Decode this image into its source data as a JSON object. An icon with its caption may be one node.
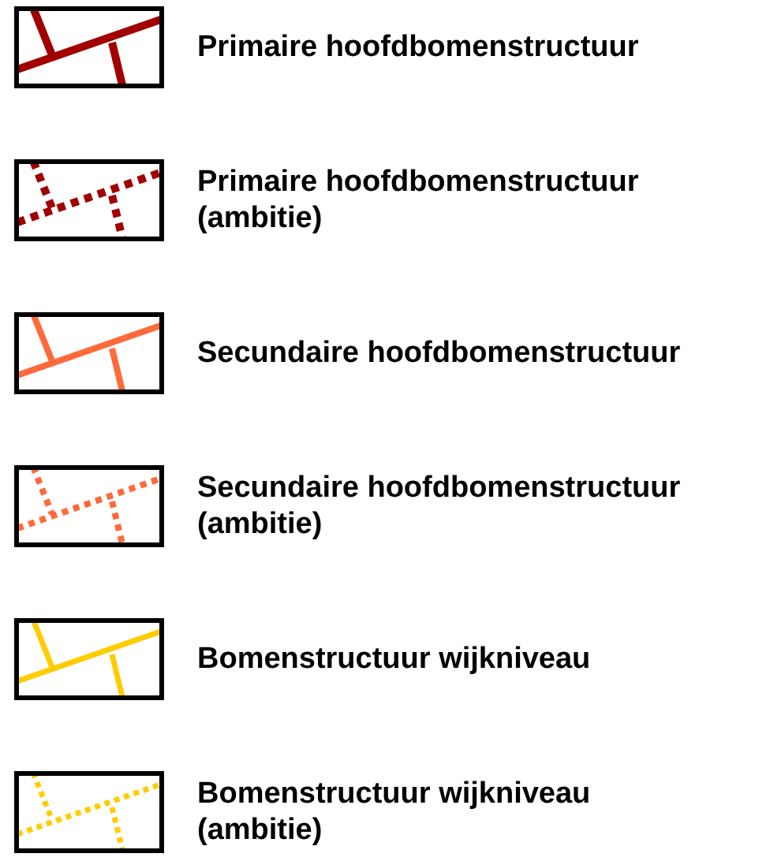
{
  "diagram": {
    "legend": [
      {
        "text": "Primaire hoofdbomenstructuur",
        "color": "#a00000"
      },
      {
        "text": "Primaire hoofdbomenstructuur (ambitie)",
        "color": "#a00000"
      },
      {
        "text": "Secundaire hoofdbomenstructuur",
        "color": "#ff6a3a"
      },
      {
        "text": "Secundaire hoofdbomenstructuur (ambitie)",
        "color": "#ff6a3a"
      },
      {
        "text": "Bomenstructuur wijkniveau",
        "color": "#ffcc00"
      },
      {
        "text": "Bomenstructuur wijkniveau (ambitie)",
        "color": "#ffcc00"
      }
    ]
  }
}
